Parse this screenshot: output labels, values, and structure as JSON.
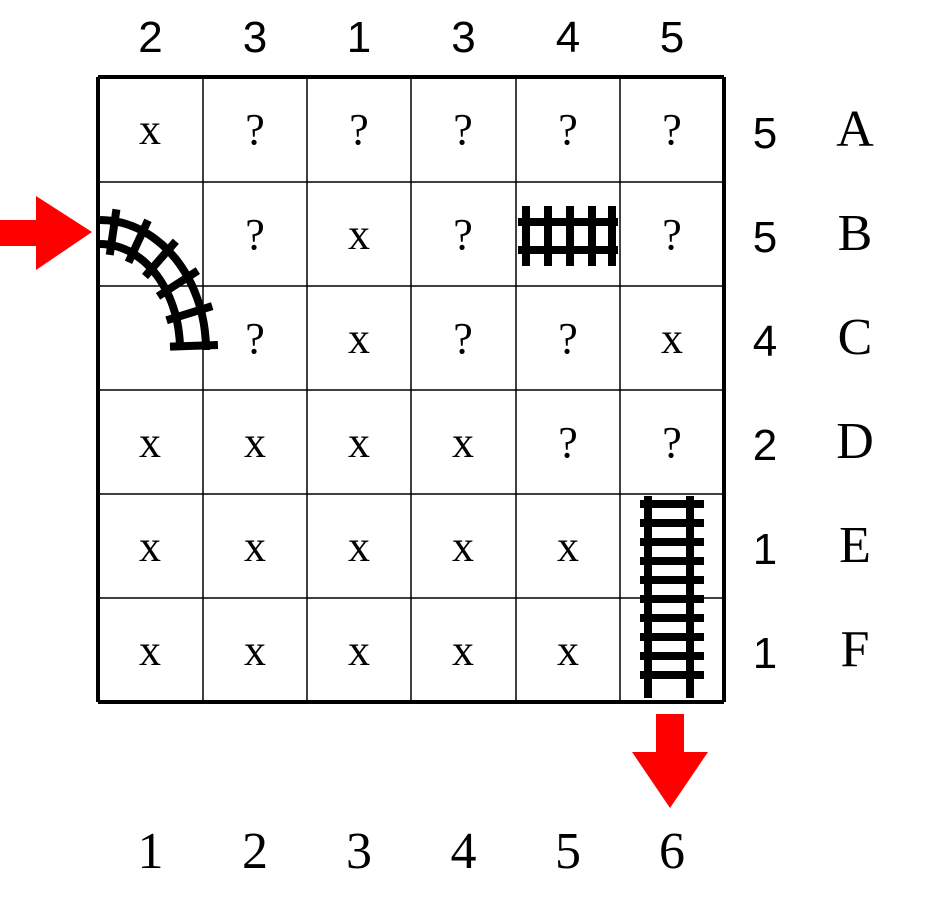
{
  "title": "Train tracks puzzle",
  "column_clues": [
    "2",
    "3",
    "1",
    "3",
    "4",
    "5"
  ],
  "row_clues": [
    "5",
    "5",
    "4",
    "2",
    "1",
    "1"
  ],
  "row_labels": [
    "A",
    "B",
    "C",
    "D",
    "E",
    "F"
  ],
  "column_labels": [
    "1",
    "2",
    "3",
    "4",
    "5",
    "6"
  ],
  "grid": [
    [
      "x",
      "?",
      "?",
      "?",
      "?",
      "?"
    ],
    [
      "track-curve",
      "?",
      "x",
      "?",
      "track-horizontal",
      "?"
    ],
    [
      "track-curve",
      "?",
      "x",
      "?",
      "?",
      "x"
    ],
    [
      "x",
      "x",
      "x",
      "x",
      "?",
      "?"
    ],
    [
      "x",
      "x",
      "x",
      "x",
      "x",
      "track-vertical"
    ],
    [
      "x",
      "x",
      "x",
      "x",
      "x",
      "track-vertical"
    ]
  ],
  "entry": {
    "row": "B",
    "side": "left",
    "icon": "arrow-right-icon"
  },
  "exit": {
    "column": "6",
    "side": "bottom",
    "icon": "arrow-down-icon"
  },
  "colors": {
    "arrow": "#ff0000",
    "grid": "#000000"
  }
}
